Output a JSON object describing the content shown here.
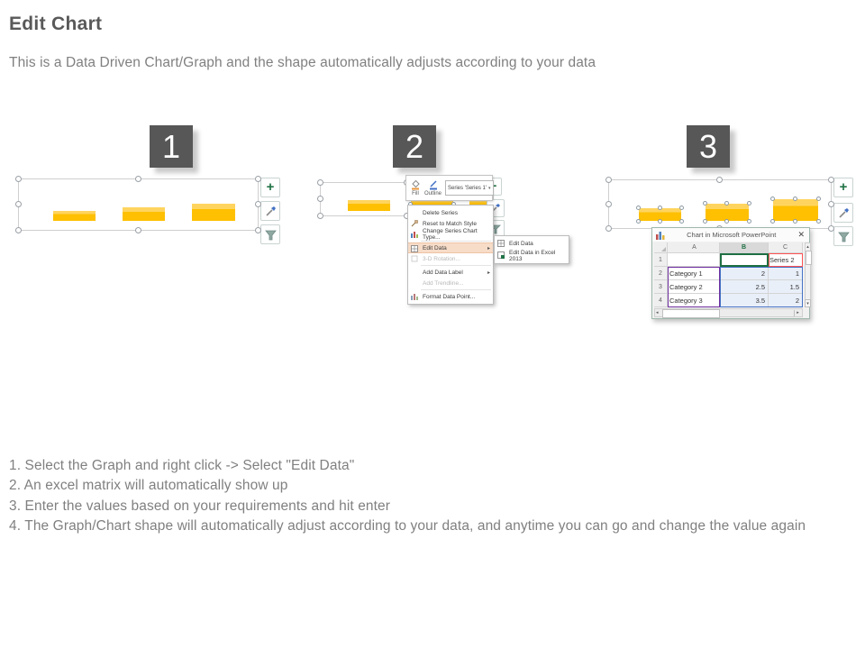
{
  "header": {
    "title": "Edit Chart",
    "subtitle": "This is a Data Driven Chart/Graph and the shape automatically adjusts according to your data"
  },
  "badges": {
    "one": "1",
    "two": "2",
    "three": "3"
  },
  "mini_toolbar": {
    "fill": "Fill",
    "outline": "Outline",
    "series": "Series 'Series 1'"
  },
  "context_menu": {
    "items": [
      {
        "label": "Delete Series"
      },
      {
        "label": "Reset to Match Style"
      },
      {
        "label": "Change Series Chart Type..."
      },
      {
        "label": "Edit Data"
      },
      {
        "label": "3-D Rotation..."
      },
      {
        "label": "Add Data Label"
      },
      {
        "label": "Add Trendline..."
      },
      {
        "label": "Format Data Point..."
      }
    ]
  },
  "submenu": {
    "items": [
      {
        "label": "Edit Data"
      },
      {
        "label": "Edit Data in Excel 2013"
      }
    ]
  },
  "excel": {
    "title": "Chart in Microsoft PowerPoint",
    "columns": [
      "A",
      "B",
      "C"
    ],
    "rows": [
      {
        "n": "1",
        "a": "",
        "b": "",
        "c": "Series 2"
      },
      {
        "n": "2",
        "a": "Category 1",
        "b": "2",
        "c": "1"
      },
      {
        "n": "3",
        "a": "Category 2",
        "b": "2.5",
        "c": "1.5"
      },
      {
        "n": "4",
        "a": "Category 3",
        "b": "3.5",
        "c": "2"
      }
    ]
  },
  "instructions": [
    "1. Select the Graph and right click -> Select \"Edit Data\"",
    "2. An excel matrix will automatically show up",
    "3. Enter the values based on your requirements and hit enter",
    "4. The Graph/Chart shape will automatically adjust according to your data, and anytime you can go and change the value again"
  ],
  "colors": {
    "bar": "#FEC000",
    "bar_light": "#FFD45E",
    "accent_green": "#217346",
    "badge": "#575757",
    "text_primary": "#595959",
    "text_body": "#808080",
    "menu_highlight": "#F7DCC8"
  },
  "chart_data": {
    "type": "bar",
    "categories": [
      "Category 1",
      "Category 2",
      "Category 3"
    ],
    "series": [
      {
        "name": "Series 1",
        "values": [
          2,
          2.5,
          3.5
        ]
      },
      {
        "name": "Series 2",
        "values": [
          1,
          1.5,
          2
        ]
      }
    ],
    "title": "",
    "xlabel": "",
    "ylabel": "",
    "bar_color": "#FEC000",
    "legend": "none",
    "axes_hidden": true
  }
}
